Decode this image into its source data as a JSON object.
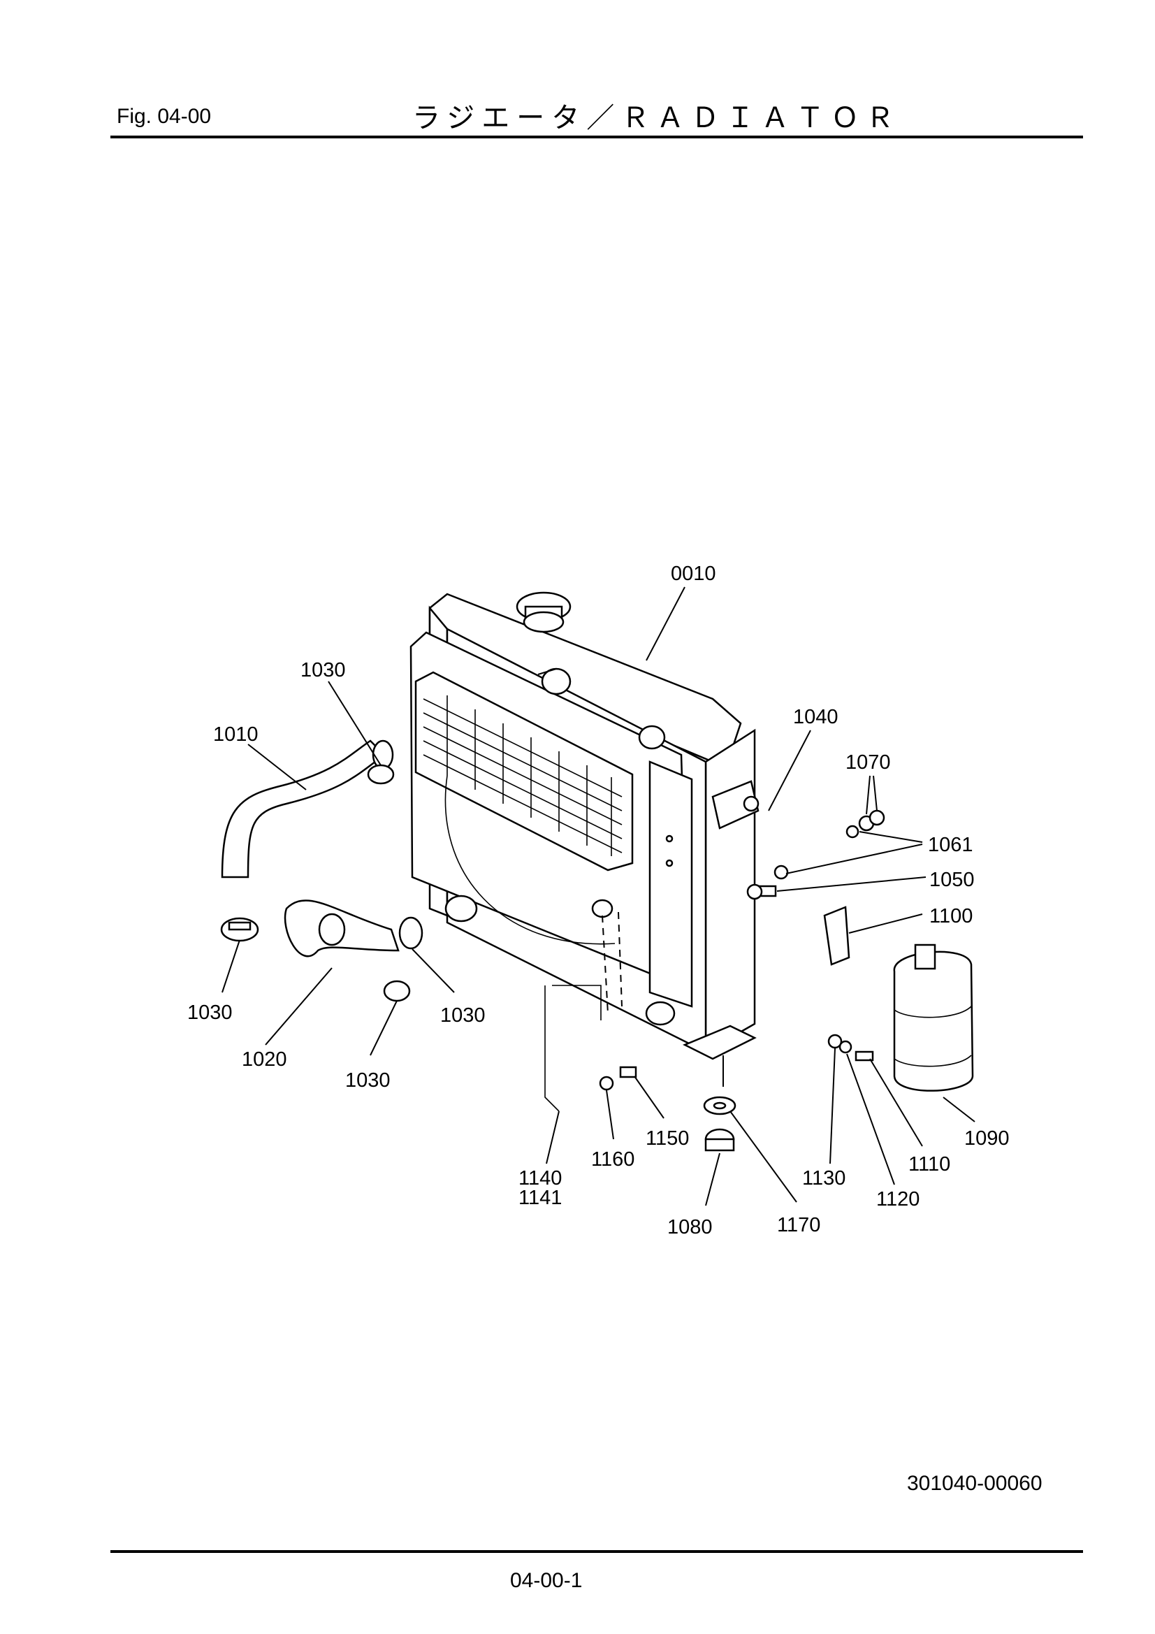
{
  "header": {
    "fig_label": "Fig.  04-00",
    "title": "ラジエータ／ＲＡＤＩＡＴＯＲ"
  },
  "diagram": {
    "callouts": [
      {
        "id": "c0010",
        "text": "0010"
      },
      {
        "id": "c1030a",
        "text": "1030"
      },
      {
        "id": "c1010",
        "text": "1010"
      },
      {
        "id": "c1040",
        "text": "1040"
      },
      {
        "id": "c1070",
        "text": "1070"
      },
      {
        "id": "c1061",
        "text": "1061"
      },
      {
        "id": "c1050",
        "text": "1050"
      },
      {
        "id": "c1100",
        "text": "1100"
      },
      {
        "id": "c1030b",
        "text": "1030"
      },
      {
        "id": "c1030c",
        "text": "1030"
      },
      {
        "id": "c1020",
        "text": "1020"
      },
      {
        "id": "c1030d",
        "text": "1030"
      },
      {
        "id": "c1090",
        "text": "1090"
      },
      {
        "id": "c1150",
        "text": "1150"
      },
      {
        "id": "c1160",
        "text": "1160"
      },
      {
        "id": "c1110",
        "text": "1110"
      },
      {
        "id": "c1140",
        "text": "1140"
      },
      {
        "id": "c1141",
        "text": "1141"
      },
      {
        "id": "c1130",
        "text": "1130"
      },
      {
        "id": "c1120",
        "text": "1120"
      },
      {
        "id": "c1080",
        "text": "1080"
      },
      {
        "id": "c1170",
        "text": "1170"
      }
    ]
  },
  "footer": {
    "drawing_id": "301040-00060",
    "page_number": "04-00-1"
  }
}
